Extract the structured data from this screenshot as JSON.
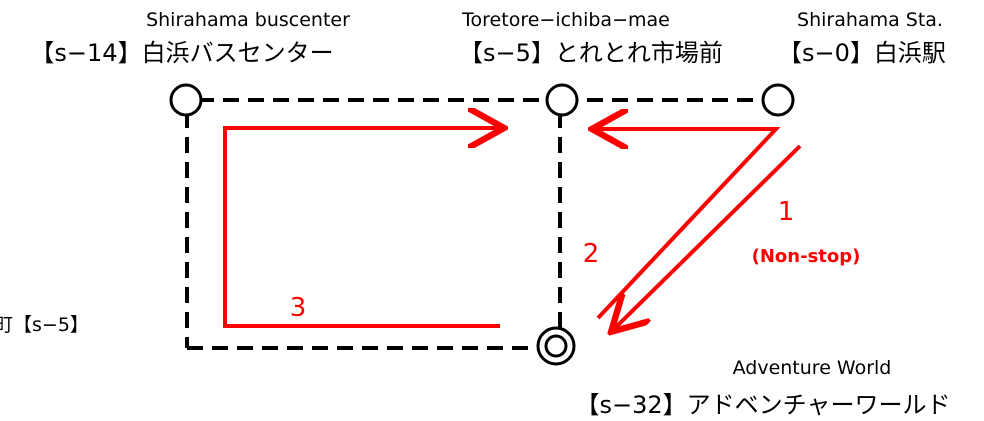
{
  "stations": {
    "buscenter": {
      "en": "Shirahama buscenter",
      "jp": "【s−14】白浜バスセンター"
    },
    "ichiba": {
      "en": "Toretore−ichiba−mae",
      "jp": "【s−5】とれとれ市場前"
    },
    "station": {
      "en": "Shirahama Sta.",
      "jp": "【s−0】白浜駅"
    },
    "adventure": {
      "en": "Adventure World",
      "jp": "【s−32】アドベンチャーワールド"
    },
    "cutoff_left": "町【s−5】"
  },
  "routes": [
    {
      "number": "1",
      "note": "(Non-stop)"
    },
    {
      "number": "2"
    },
    {
      "number": "3"
    }
  ],
  "colors": {
    "route": "#ff0000",
    "road": "#000000",
    "background": "#ffffff"
  }
}
